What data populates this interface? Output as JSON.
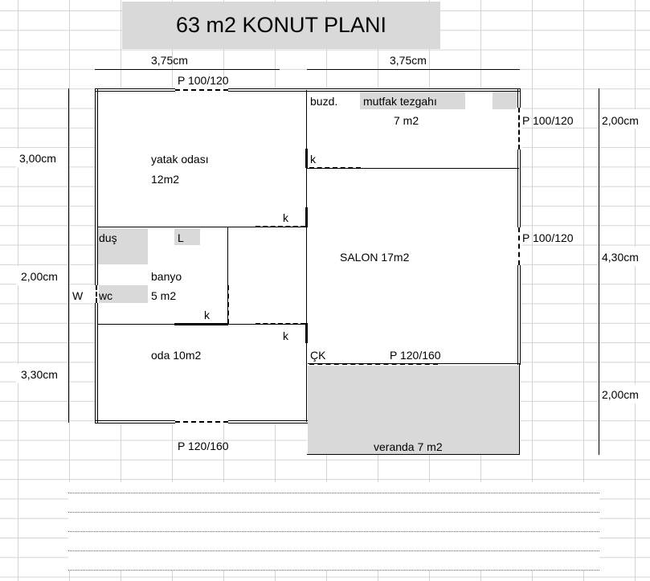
{
  "title": "63 m2 KONUT PLANI",
  "dimensions": {
    "top_left": "3,75cm",
    "top_right": "3,75cm",
    "left_top": "3,00cm",
    "left_middle": "2,00cm",
    "left_bottom": "3,30cm",
    "right_top": "2,00cm",
    "right_middle": "4,30cm",
    "right_bottom": "2,00cm"
  },
  "windows": {
    "top": "P 100/120",
    "kitchen": "P 100/120",
    "salon": "P 100/120",
    "balcony_door": "P 120/160",
    "bottom": "P 120/160",
    "wc_window": "W"
  },
  "rooms": {
    "bedroom_name": "yatak odası",
    "bedroom_area": "12m2",
    "kitchen_buzd": "buzd.",
    "kitchen_counter": "mutfak tezgahı",
    "kitchen_area": "7 m2",
    "salon": "SALON  17m2",
    "bath_shower": "duş",
    "bath_sink": "L",
    "bath_name": "banyo",
    "bath_area": "5 m2",
    "bath_wc": "wc",
    "room": "oda 10m2",
    "veranda": "veranda 7 m2",
    "entrance": "ÇK"
  },
  "doors": {
    "d1": "k",
    "d2": "k",
    "d3": "k",
    "d4": "k"
  }
}
